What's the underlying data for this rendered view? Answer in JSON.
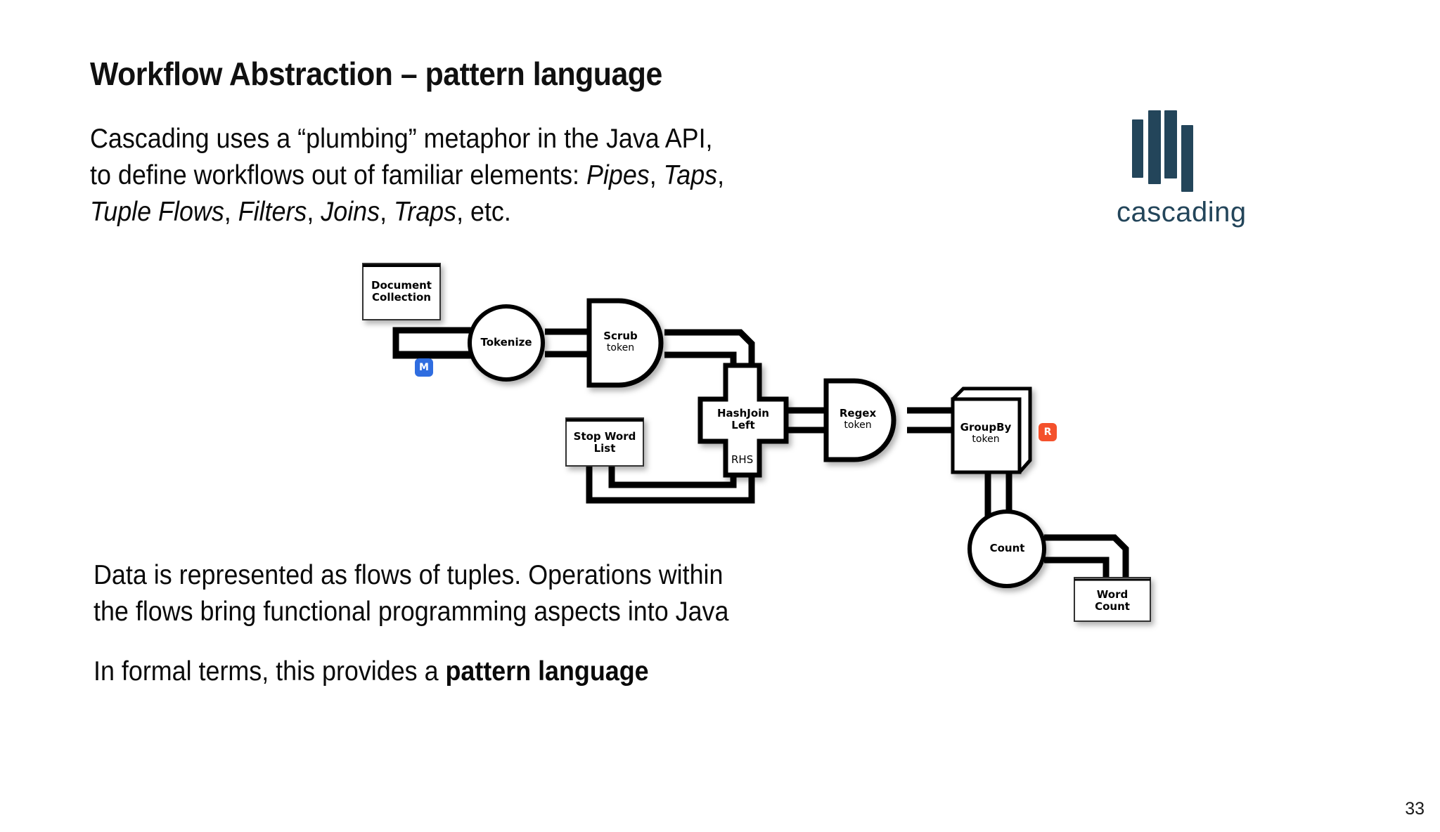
{
  "slide": {
    "title": "Workflow Abstraction – pattern language",
    "page_number": "33",
    "intro_paragraph": {
      "line1": "Cascading uses a “plumbing” metaphor in the Java API,",
      "line2_prefix": "to define workflows out of familiar elements: ",
      "line2_italic_a": "Pipes",
      "line2_sep_a": ", ",
      "line2_italic_b": "Taps",
      "line2_suffix": ",",
      "line3_italic_a": "Tuple Flows",
      "line3_sep_a": ", ",
      "line3_italic_b": "Filters",
      "line3_sep_b": ", ",
      "line3_italic_c": "Joins",
      "line3_sep_c": ", ",
      "line3_italic_d": "Traps",
      "line3_suffix": ", etc."
    },
    "flow_paragraph": {
      "line1": "Data is represented as flows of tuples. Operations within",
      "line2": "the flows bring functional programming aspects into Java"
    },
    "formal_paragraph": {
      "prefix": "In formal terms, this provides a ",
      "bold": "pattern language"
    }
  },
  "logo": {
    "wordmark": "cascading",
    "color": "#23455a",
    "bar_count": 4
  },
  "diagram": {
    "type": "flow-diagram",
    "nodes": [
      {
        "id": "document-collection",
        "label_line1": "Document",
        "label_line2": "Collection",
        "shape": "tap-box"
      },
      {
        "id": "tokenize",
        "label_line1": "Tokenize",
        "label_line2": "",
        "shape": "circle"
      },
      {
        "id": "scrub",
        "label_line1": "Scrub",
        "label_line2": "token",
        "shape": "d-shape"
      },
      {
        "id": "hashjoin-left",
        "label_line1": "HashJoin",
        "label_line2": "Left",
        "shape": "cross"
      },
      {
        "id": "stop-word-list",
        "label_line1": "Stop Word",
        "label_line2": "List",
        "shape": "tap-box"
      },
      {
        "id": "regex",
        "label_line1": "Regex",
        "label_line2": "token",
        "shape": "d-shape"
      },
      {
        "id": "groupby",
        "label_line1": "GroupBy",
        "label_line2": "token",
        "shape": "cube"
      },
      {
        "id": "count",
        "label_line1": "Count",
        "label_line2": "",
        "shape": "circle"
      },
      {
        "id": "word-count",
        "label_line1": "Word",
        "label_line2": "Count",
        "shape": "tap-box"
      }
    ],
    "edge_labels": [
      {
        "id": "rhs",
        "text": "RHS"
      }
    ],
    "badges": [
      {
        "id": "map-badge",
        "text": "M",
        "color": "#2f6de0"
      },
      {
        "id": "reduce-badge",
        "text": "R",
        "color": "#f4512c"
      }
    ]
  }
}
